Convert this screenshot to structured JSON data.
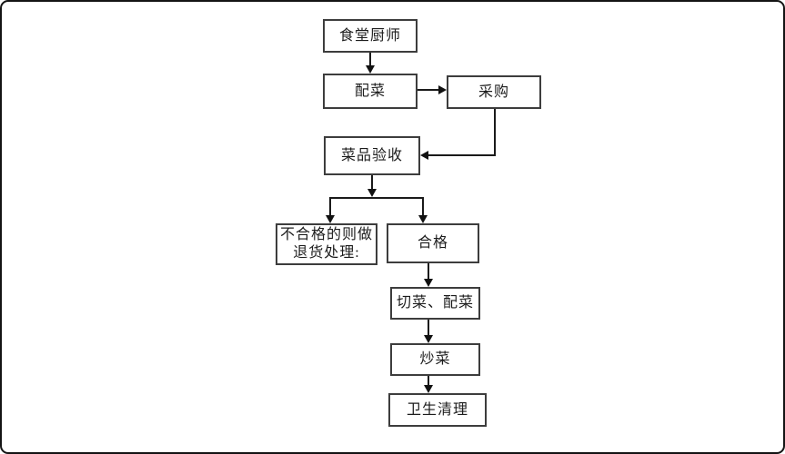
{
  "diagram": {
    "type": "flowchart",
    "language": "zh-CN",
    "nodes": {
      "chef": {
        "label": "食堂厨师"
      },
      "peicai": {
        "label": "配菜"
      },
      "caigou": {
        "label": "采购"
      },
      "yanshou": {
        "label": "菜品验收"
      },
      "buhege": {
        "label_line1": "不合格的则做",
        "label_line2": "退货处理:"
      },
      "hege": {
        "label": "合格"
      },
      "qiecai": {
        "label": "切菜、配菜"
      },
      "chaocai": {
        "label": "炒菜"
      },
      "weisheng": {
        "label": "卫生清理"
      }
    },
    "edges": [
      {
        "from": "食堂厨师",
        "to": "配菜"
      },
      {
        "from": "配菜",
        "to": "采购"
      },
      {
        "from": "采购",
        "to": "菜品验收"
      },
      {
        "from": "菜品验收",
        "to": "不合格的则做退货处理:"
      },
      {
        "from": "菜品验收",
        "to": "合格"
      },
      {
        "from": "合格",
        "to": "切菜、配菜"
      },
      {
        "from": "切菜、配菜",
        "to": "炒菜"
      },
      {
        "from": "炒菜",
        "to": "卫生清理"
      }
    ],
    "colors": {
      "background": "#ffffff",
      "box_border": "#3d3d3d",
      "line": "#1a1a1a",
      "text": "#1c1c1c",
      "outer_frame": "#141414"
    }
  }
}
